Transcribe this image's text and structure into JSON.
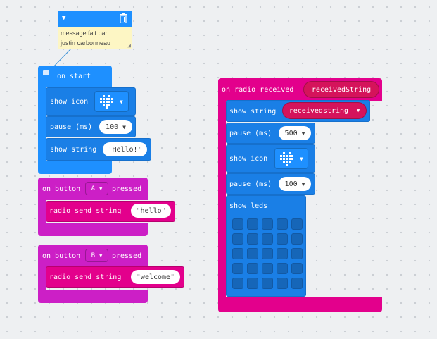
{
  "comment": {
    "text_line1": "message fait par",
    "text_line2": "justin carbonneau"
  },
  "on_start": {
    "label": "on start",
    "show_icon_label": "show icon",
    "pause_label": "pause (ms)",
    "pause_value": "100",
    "show_string_label": "show string",
    "show_string_value": "Hello!"
  },
  "button_a": {
    "label_on": "on button",
    "button": "A",
    "label_pressed": "pressed",
    "send_label": "radio send string",
    "send_value": "hello"
  },
  "button_b": {
    "label_on": "on button",
    "button": "B",
    "label_pressed": "pressed",
    "send_label": "radio send string",
    "send_value": "welcome"
  },
  "radio": {
    "label": "on radio received",
    "var_name": "receivedString",
    "show_string_label": "show string",
    "show_string_var": "receivedstring",
    "pause1_label": "pause (ms)",
    "pause1_value": "500",
    "show_icon_label": "show icon",
    "pause2_label": "pause (ms)",
    "pause2_value": "100",
    "show_leds_label": "show leds"
  },
  "heart_icon_pattern": [
    0,
    1,
    0,
    1,
    0,
    1,
    1,
    1,
    1,
    1,
    1,
    1,
    1,
    1,
    1,
    0,
    1,
    1,
    1,
    0,
    0,
    0,
    1,
    0,
    0
  ],
  "colors": {
    "basic": "#1e90ff",
    "radio": "#e3008c",
    "input": "#cc1fc6",
    "variable": "#d5135b",
    "comment": "#fdf6c4"
  }
}
